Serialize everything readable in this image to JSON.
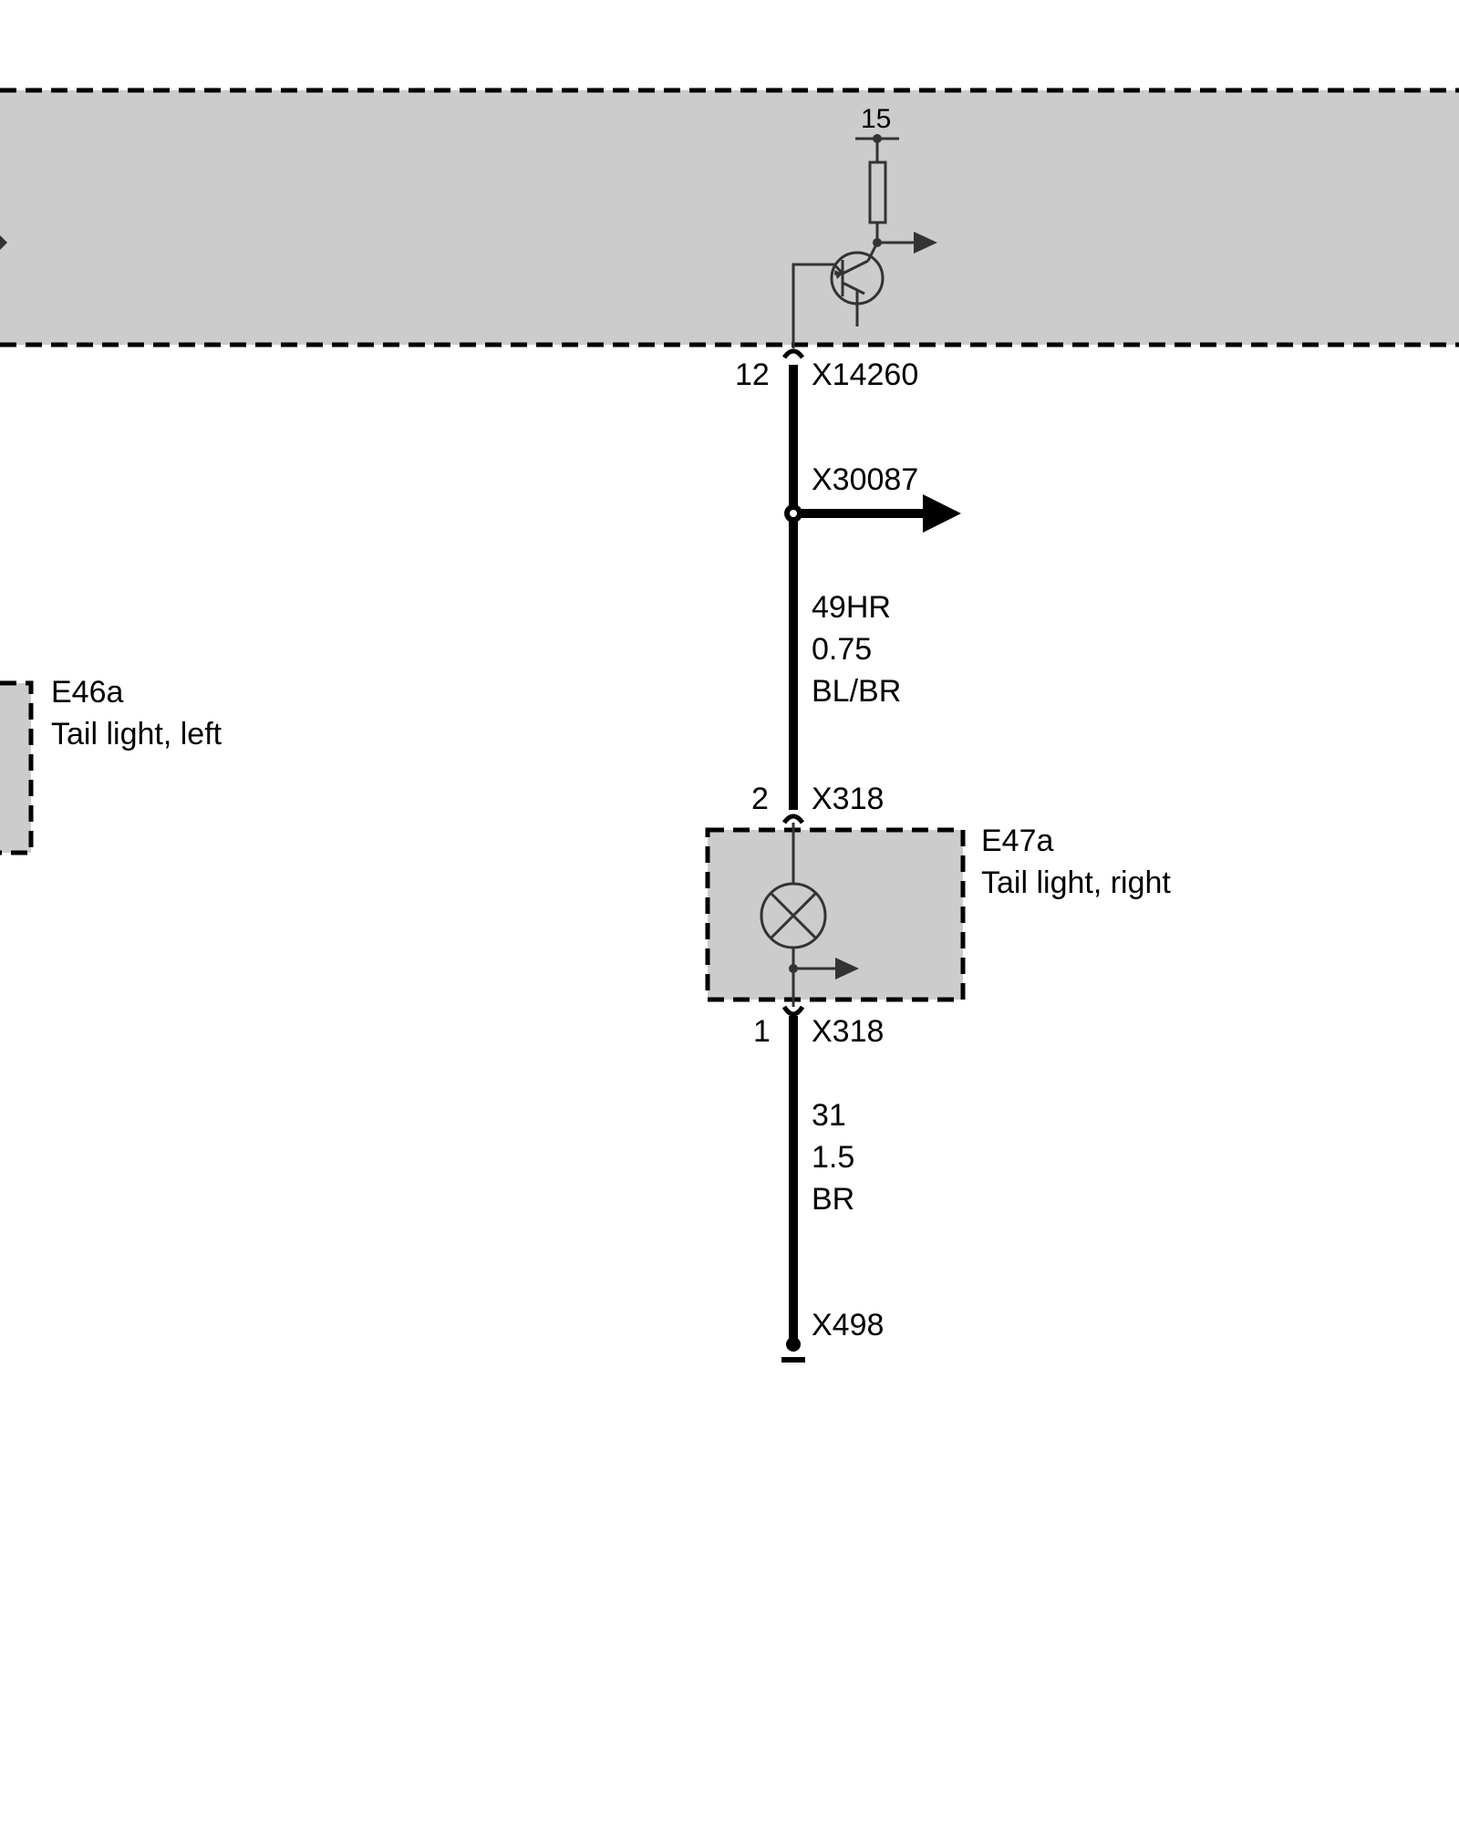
{
  "colors": {
    "module_fill": "#cccccc",
    "wire": "#000000",
    "symbol": "#333333",
    "background": "#ffffff"
  },
  "control_unit": {
    "supply_terminal": "15",
    "output_pin": "12",
    "connector": "X14260"
  },
  "splice": {
    "connector": "X30087"
  },
  "wire_upper": {
    "circuit": "49HR",
    "cross_section": "0.75",
    "color": "BL/BR"
  },
  "tail_light_left": {
    "id": "E46a",
    "description": "Tail light, left"
  },
  "tail_light_right": {
    "id": "E47a",
    "description": "Tail light, right",
    "pin_in": "2",
    "connector_in": "X318",
    "pin_out": "1",
    "connector_out": "X318"
  },
  "wire_lower": {
    "circuit": "31",
    "cross_section": "1.5",
    "color": "BR"
  },
  "ground": {
    "connector": "X498"
  }
}
